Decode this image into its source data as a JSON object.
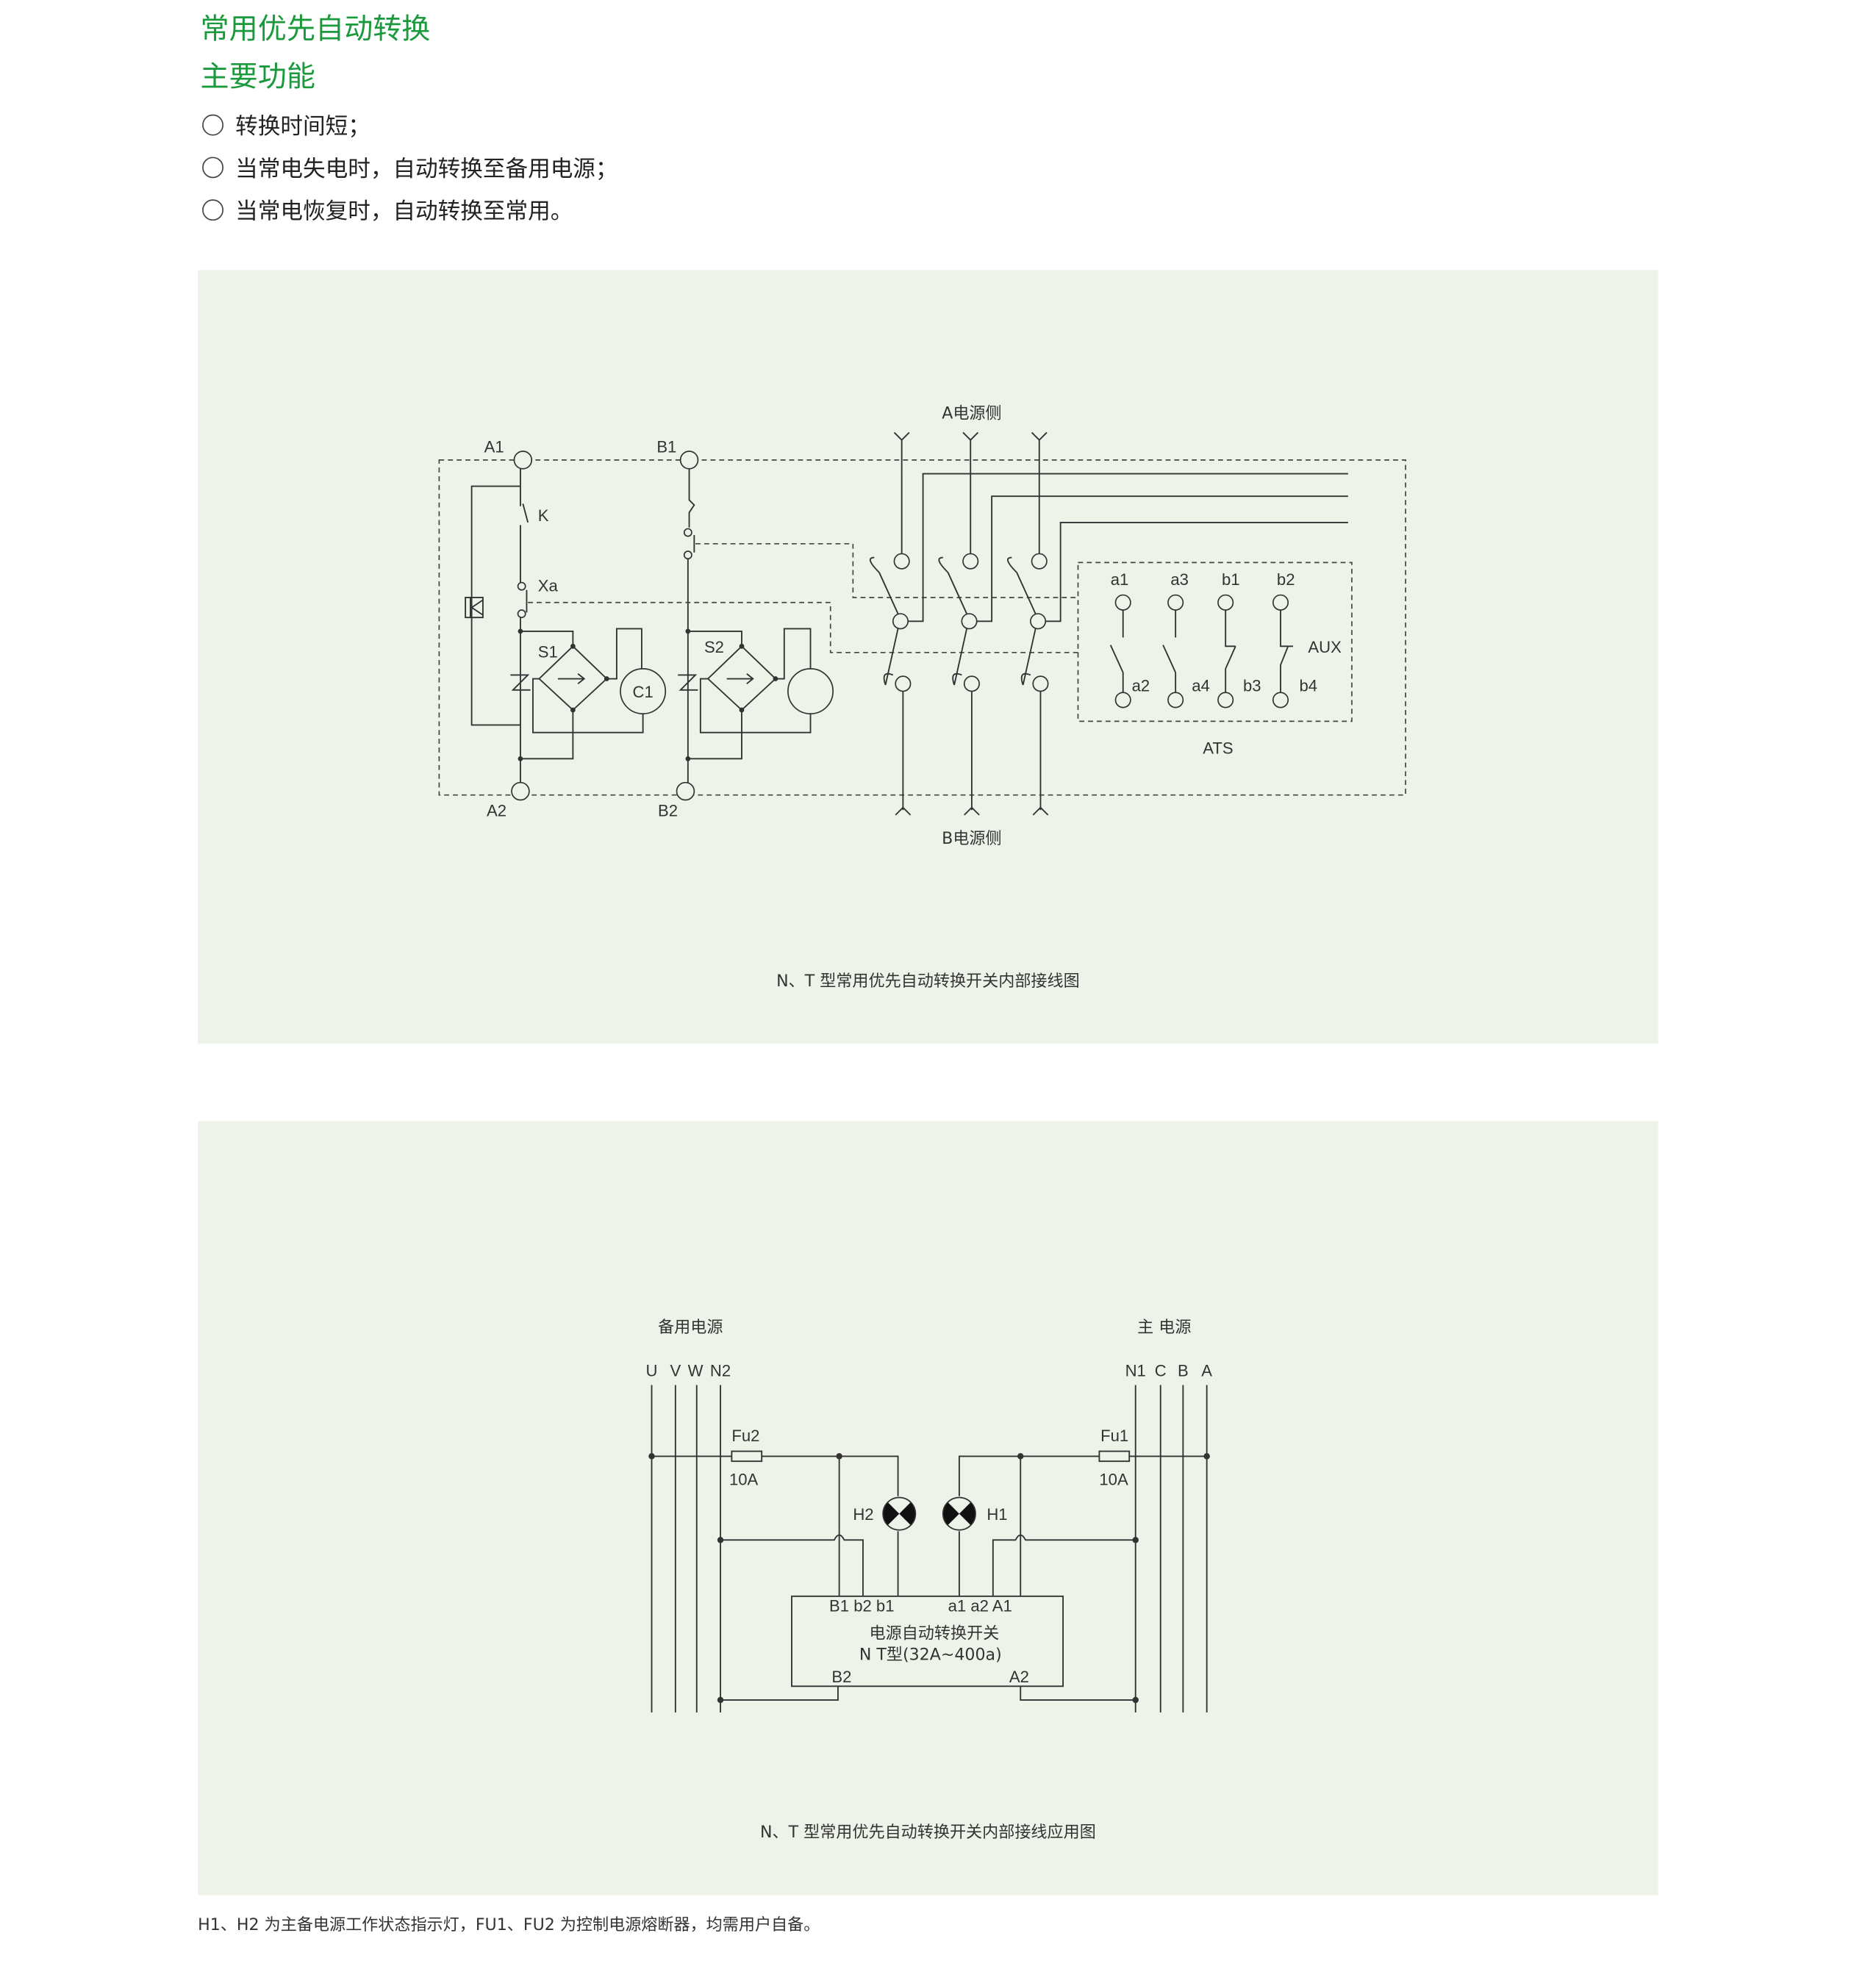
{
  "header": {
    "title": "常用优先自动转换",
    "subtitle": "主要功能",
    "features": [
      "转换时间短；",
      "当常电失电时，自动转换至备用电源；",
      "当常电恢复时，自动转换至常用。"
    ]
  },
  "diagram1": {
    "source_a": "A电源侧",
    "source_b": "B电源侧",
    "labels": {
      "A1": "A1",
      "A2": "A2",
      "B1": "B1",
      "B2": "B2",
      "K": "K",
      "Xa": "Xa",
      "S1": "S1",
      "S2": "S2",
      "C1": "C1",
      "AUX": "AUX",
      "ATS": "ATS"
    },
    "ats_contacts_top": [
      "a1",
      "a3",
      "b1",
      "b2"
    ],
    "ats_contacts_bottom": [
      "a2",
      "a4",
      "b3",
      "b4"
    ],
    "caption": "N、T 型常用优先自动转换开关内部接线图"
  },
  "diagram2": {
    "backup_source": "备用电源",
    "main_source": "主 电源",
    "backup_phases": [
      "U",
      "V",
      "W",
      "N2"
    ],
    "main_phases": [
      "N1",
      "C",
      "B",
      "A"
    ],
    "fuse2": {
      "name": "Fu2",
      "rating": "10A"
    },
    "fuse1": {
      "name": "Fu1",
      "rating": "10A"
    },
    "lamp2": "H2",
    "lamp1": "H1",
    "box_top_left": "B1 b2 b1",
    "box_top_right": "a1 a2 A1",
    "box_title": "电源自动转换开关",
    "box_model": "N T型(32A~400a)",
    "box_bottom_left": "B2",
    "box_bottom_right": "A2",
    "caption": "N、T 型常用优先自动转换开关内部接线应用图"
  },
  "footnote": "H1、H2 为主备电源工作状态指示灯，FU1、FU2 为控制电源熔断器，均需用户自备。",
  "colors": {
    "title_green": "#1a9a3c",
    "panel_bg": "#eef3ea",
    "text": "#222222"
  }
}
